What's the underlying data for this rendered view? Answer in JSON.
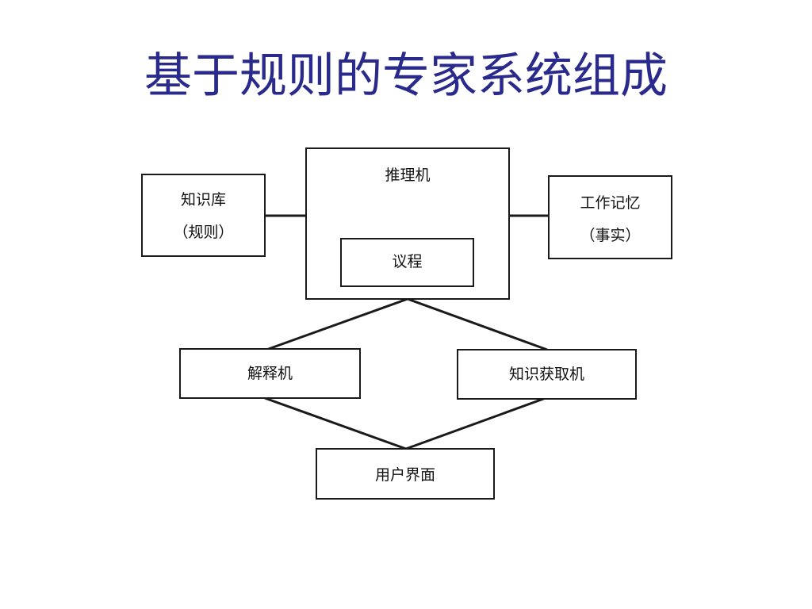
{
  "title": "基于规则的专家系统组成",
  "nodes": {
    "knowledge_base": {
      "line1": "知识库",
      "line2": "（规则）"
    },
    "inference_engine": {
      "label": "推理机"
    },
    "agenda": {
      "label": "议程"
    },
    "working_memory": {
      "line1": "工作记忆",
      "line2": "（事实）"
    },
    "explanation": {
      "label": "解释机"
    },
    "acquisition": {
      "label": "知识获取机"
    },
    "user_interface": {
      "label": "用户界面"
    }
  }
}
